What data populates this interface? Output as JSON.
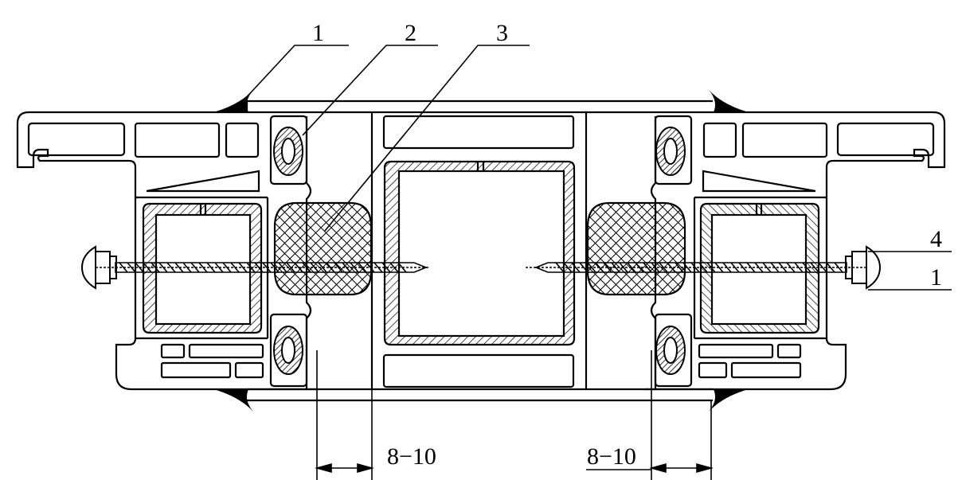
{
  "callouts": {
    "top_1": "1",
    "top_2": "2",
    "top_3": "3",
    "right_4": "4",
    "right_1": "1"
  },
  "dimensions": {
    "left": "8−10",
    "right": "8−10"
  },
  "colors": {
    "line": "#000000",
    "background": "#ffffff"
  }
}
